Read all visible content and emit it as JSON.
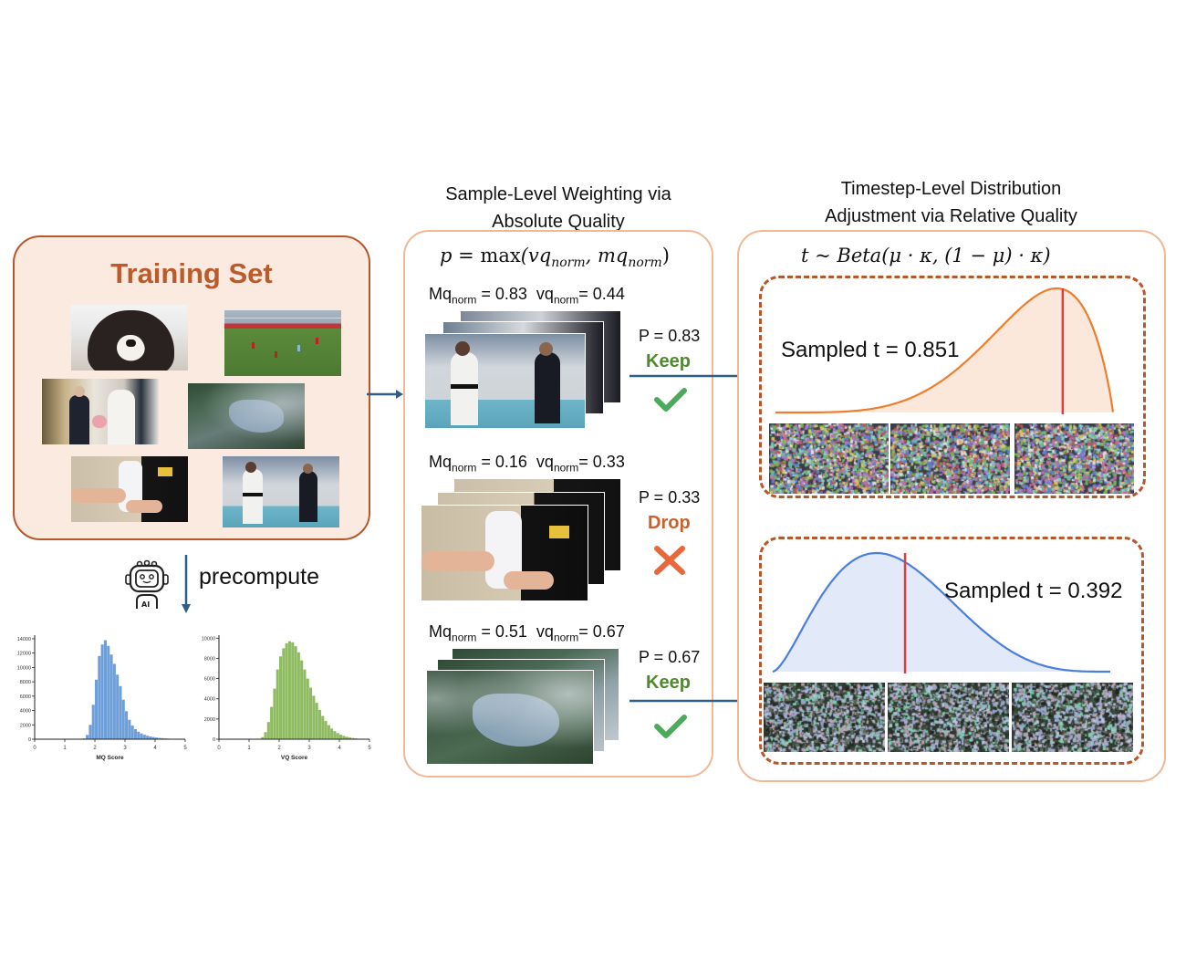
{
  "training_set": {
    "title": "Training Set",
    "thumbnails": [
      "dog-closeup",
      "soccer-match",
      "wedding-scene",
      "foggy-lake-aerial",
      "hands-holding-bag",
      "martial-arts-sparring"
    ]
  },
  "precompute": {
    "label": "precompute",
    "icon": "ai-robot-icon",
    "icon_text": "AI"
  },
  "histograms": [
    {
      "type": "bar",
      "xlabel": "MQ Score",
      "color": "#6f9fd8",
      "xlim": [
        0,
        5
      ],
      "ylim": [
        0,
        14500
      ],
      "xticks": [
        "0",
        "1",
        "2",
        "3",
        "4",
        "5"
      ],
      "yticks": [
        "0",
        "2000",
        "4000",
        "6000",
        "8000",
        "10000",
        "12000",
        "14000"
      ],
      "x": [
        1.6,
        1.7,
        1.8,
        1.9,
        2.0,
        2.1,
        2.2,
        2.3,
        2.4,
        2.5,
        2.6,
        2.7,
        2.8,
        2.9,
        3.0,
        3.1,
        3.2,
        3.3,
        3.4,
        3.5,
        3.6,
        3.7,
        3.8,
        3.9,
        4.0,
        4.1,
        4.2,
        4.3,
        4.4,
        4.5,
        4.6,
        4.7
      ],
      "values": [
        100,
        600,
        2000,
        4800,
        8300,
        11600,
        13200,
        13800,
        13000,
        11800,
        10500,
        9000,
        7400,
        5500,
        3900,
        2700,
        1900,
        1400,
        1050,
        800,
        620,
        480,
        380,
        300,
        230,
        180,
        140,
        110,
        80,
        60,
        40,
        25
      ]
    },
    {
      "type": "bar",
      "xlabel": "VQ Score",
      "color": "#8fbc62",
      "xlim": [
        0,
        5
      ],
      "ylim": [
        0,
        10300
      ],
      "xticks": [
        "0",
        "1",
        "2",
        "3",
        "4",
        "5"
      ],
      "yticks": [
        "0",
        "2000",
        "4000",
        "6000",
        "8000",
        "10000"
      ],
      "x": [
        1.4,
        1.5,
        1.6,
        1.7,
        1.8,
        1.9,
        2.0,
        2.1,
        2.2,
        2.3,
        2.4,
        2.5,
        2.6,
        2.7,
        2.8,
        2.9,
        3.0,
        3.1,
        3.2,
        3.3,
        3.4,
        3.5,
        3.6,
        3.7,
        3.8,
        3.9,
        4.0,
        4.1,
        4.2,
        4.3,
        4.4,
        4.5,
        4.6,
        4.7,
        4.8
      ],
      "values": [
        200,
        700,
        1700,
        3200,
        5000,
        6900,
        8200,
        9000,
        9500,
        9700,
        9600,
        9200,
        8600,
        7800,
        6900,
        6000,
        5100,
        4300,
        3600,
        2900,
        2300,
        1800,
        1400,
        1050,
        800,
        600,
        450,
        330,
        240,
        170,
        120,
        80,
        50,
        30,
        15
      ]
    }
  ],
  "sample_weighting": {
    "heading_line1": "Sample-Level Weighting via",
    "heading_line2": "Absolute Quality",
    "formula_lhs": "p",
    "formula_eq": " = ",
    "formula_fn": "max",
    "formula_args": "(vq",
    "formula_sub1": "norm",
    "formula_mid": ", mq",
    "formula_sub2": "norm",
    "formula_close": ")",
    "samples": [
      {
        "mq_label": "Mq",
        "mq_sub": "norm",
        "mq_value": " = 0.83",
        "vq_label": "vq",
        "vq_sub": "norm",
        "vq_value": "= 0.44",
        "p_text": "P = 0.83",
        "decision": "Keep",
        "decision_icon": "check-icon",
        "clip": "martial-arts-sparring"
      },
      {
        "mq_label": "Mq",
        "mq_sub": "norm",
        "mq_value": " = 0.16",
        "vq_label": "vq",
        "vq_sub": "norm",
        "vq_value": "= 0.33",
        "p_text": "P = 0.33",
        "decision": "Drop",
        "decision_icon": "cross-icon",
        "clip": "hands-holding-bag"
      },
      {
        "mq_label": "Mq",
        "mq_sub": "norm",
        "mq_value": " = 0.51",
        "vq_label": "vq",
        "vq_sub": "norm",
        "vq_value": "= 0.67",
        "p_text": "P = 0.67",
        "decision": "Keep",
        "decision_icon": "check-icon",
        "clip": "foggy-lake-aerial"
      }
    ]
  },
  "timestep_adjustment": {
    "heading_line1": "Timestep-Level Distribution",
    "heading_line2": "Adjustment via Relative Quality",
    "formula": "t ~ Beta(μ · κ, (1 − μ) · κ)",
    "distributions": [
      {
        "sampled_text": "Sampled t = 0.851",
        "sampled_t": 0.851,
        "alpha": 5.5,
        "beta": 1.9,
        "curve_color": "#ee7d2e",
        "fill_color": "#fbe8da",
        "marker_color": "#e53b3b",
        "noise_frames": 3
      },
      {
        "sampled_text": "Sampled t = 0.392",
        "sampled_t": 0.392,
        "alpha": 2.6,
        "beta": 4.6,
        "curve_color": "#4a7fe0",
        "fill_color": "#e2eafa",
        "marker_color": "#e53b3b",
        "noise_frames": 3
      }
    ]
  },
  "colors": {
    "accent_orange": "#bd5a2a",
    "panel_border": "#f0b894",
    "arrow": "#2f5f85",
    "keep_green": "#4f8a2f",
    "drop_orange": "#c8612c",
    "check_green": "#4caa5c",
    "cross_orange": "#e8683c"
  }
}
